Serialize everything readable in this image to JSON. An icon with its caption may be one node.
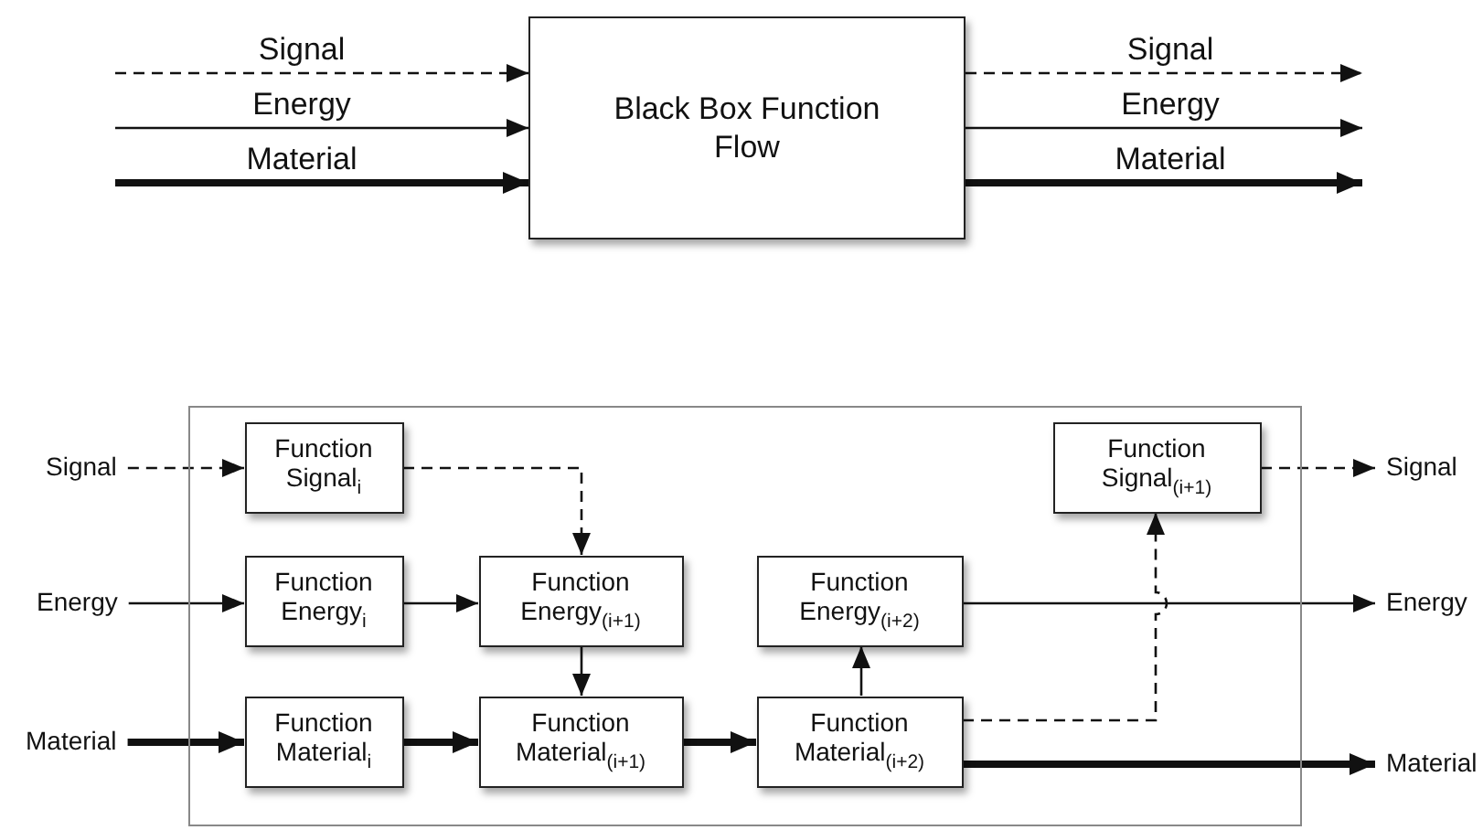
{
  "diagram": {
    "nodes": [
      {
        "text": [
          "Black Box Function Flow"
        ]
      },
      {
        "text": [],
        "shape": "box"
      },
      {
        "text": [
          "Signal"
        ]
      },
      {
        "text": [
          "Function Signal$_{i}$"
        ],
        "in": 1
      },
      {
        "text": [
          "Function Signal$_{(i+1)}$"
        ],
        "in": 1
      },
      {
        "text": [
          "Signal"
        ]
      },
      {
        "text": [
          "Energy"
        ]
      },
      {
        "text": [
          "Function Energy$_{i}$"
        ],
        "in": 1
      },
      {
        "text": [
          "Function Energy$_{(i+1)}$"
        ],
        "in": 1
      },
      {
        "text": [
          "Function Energy$_{(i+2)}$"
        ],
        "in": 1
      },
      {
        "text": [
          "Energy"
        ]
      },
      {
        "text": [
          "Material"
        ]
      },
      {
        "text": [
          "Function Material$_{i}$"
        ],
        "in": 1
      },
      {
        "text": [
          "Function Material$_{(i+1)}$"
        ],
        "in": 1
      },
      {
        "text": [
          "Function Material$_{(i+2)}$"
        ],
        "in": 1
      },
      {
        "text": [
          "Material"
        ]
      }
    ],
    "edges": [
      {
        "from": null,
        "to": 0,
        "arrow": "to",
        "label": "Signal",
        "style": "dashed"
      },
      {
        "from": null,
        "to": 0,
        "arrow": "to",
        "label": "Energy"
      },
      {
        "from": null,
        "to": 0,
        "arrow": "to",
        "label": "Material",
        "style": "thick"
      },
      {
        "from": 0,
        "to": null,
        "arrow": "to",
        "label": "Signal",
        "style": "dashed"
      },
      {
        "from": 0,
        "to": null,
        "arrow": "to",
        "label": "Energy"
      },
      {
        "from": 0,
        "to": null,
        "arrow": "to",
        "label": "Material",
        "style": "thick"
      },
      {
        "from": 2,
        "to": 3,
        "arrow": "to",
        "style": "dashed"
      },
      {
        "from": 3,
        "to": 8,
        "arrow": "to",
        "style": "dashed"
      },
      {
        "from": 4,
        "to": 5,
        "arrow": "to",
        "style": "dashed"
      },
      {
        "from": 6,
        "to": 7,
        "arrow": "to"
      },
      {
        "from": 7,
        "to": 8,
        "arrow": "to"
      },
      {
        "from": 8,
        "to": 13,
        "arrow": "to"
      },
      {
        "from": 9,
        "to": 10,
        "arrow": "to"
      },
      {
        "from": 14,
        "to": 9,
        "arrow": "to"
      },
      {
        "from": 11,
        "to": 12,
        "arrow": "to",
        "style": "thick"
      },
      {
        "from": 12,
        "to": 13,
        "arrow": "to",
        "style": "thick"
      },
      {
        "from": 13,
        "to": 14,
        "arrow": "to",
        "style": "thick"
      },
      {
        "from": 14,
        "to": 4,
        "arrow": "to",
        "style": "dashed"
      },
      {
        "from": 14,
        "to": 15,
        "arrow": "to",
        "style": "thick"
      }
    ]
  }
}
